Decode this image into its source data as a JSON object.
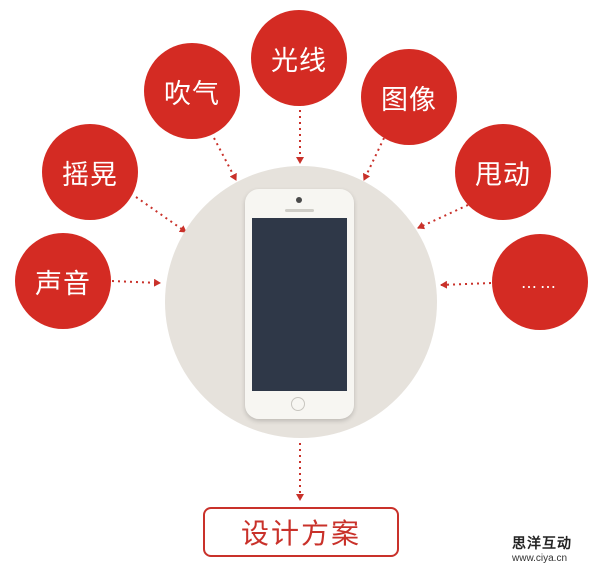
{
  "diagram": {
    "inputs": [
      {
        "label": "声音"
      },
      {
        "label": "摇晃"
      },
      {
        "label": "吹气"
      },
      {
        "label": "光线"
      },
      {
        "label": "图像"
      },
      {
        "label": "甩动"
      },
      {
        "label": "……"
      }
    ],
    "outcome_label": "设计方案"
  },
  "watermark": {
    "title": "思洋互动",
    "url": "www.ciya.cn"
  },
  "colors": {
    "node_fill": "#d42b23",
    "hub_fill": "#e6e2dc",
    "screen": "#2f3848",
    "arrow": "#c9312a"
  }
}
